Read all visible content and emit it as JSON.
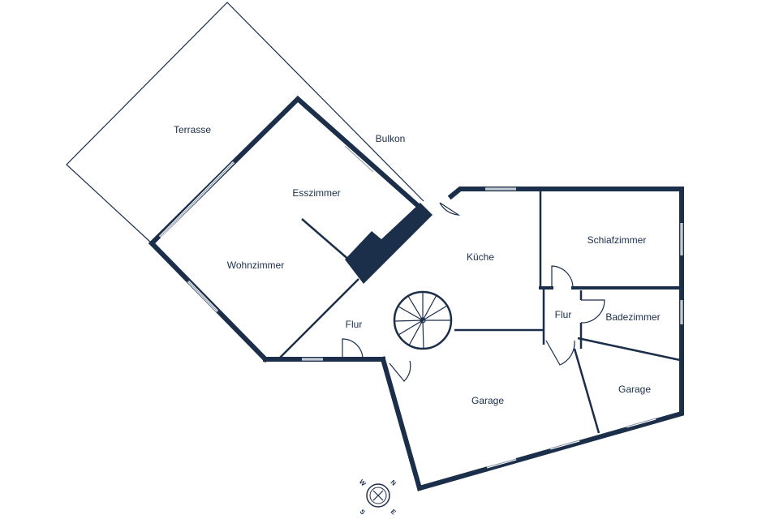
{
  "rooms": {
    "terrasse": "Terrasse",
    "bulkon": "Bulkon",
    "esszimmer": "Esszimmer",
    "wohnzimmer": "Wohnzimmer",
    "kueche": "Küche",
    "schiafzimmer": "Schiafzimmer",
    "flur_left": "Flur",
    "flur_right": "Flur",
    "badezimmer": "Badezimmer",
    "garage_large": "Garage",
    "garage_small": "Garage"
  },
  "compass": {
    "n": "N",
    "e": "E",
    "s": "S",
    "w": "W"
  },
  "colors": {
    "wall": "#1b2e4a"
  }
}
